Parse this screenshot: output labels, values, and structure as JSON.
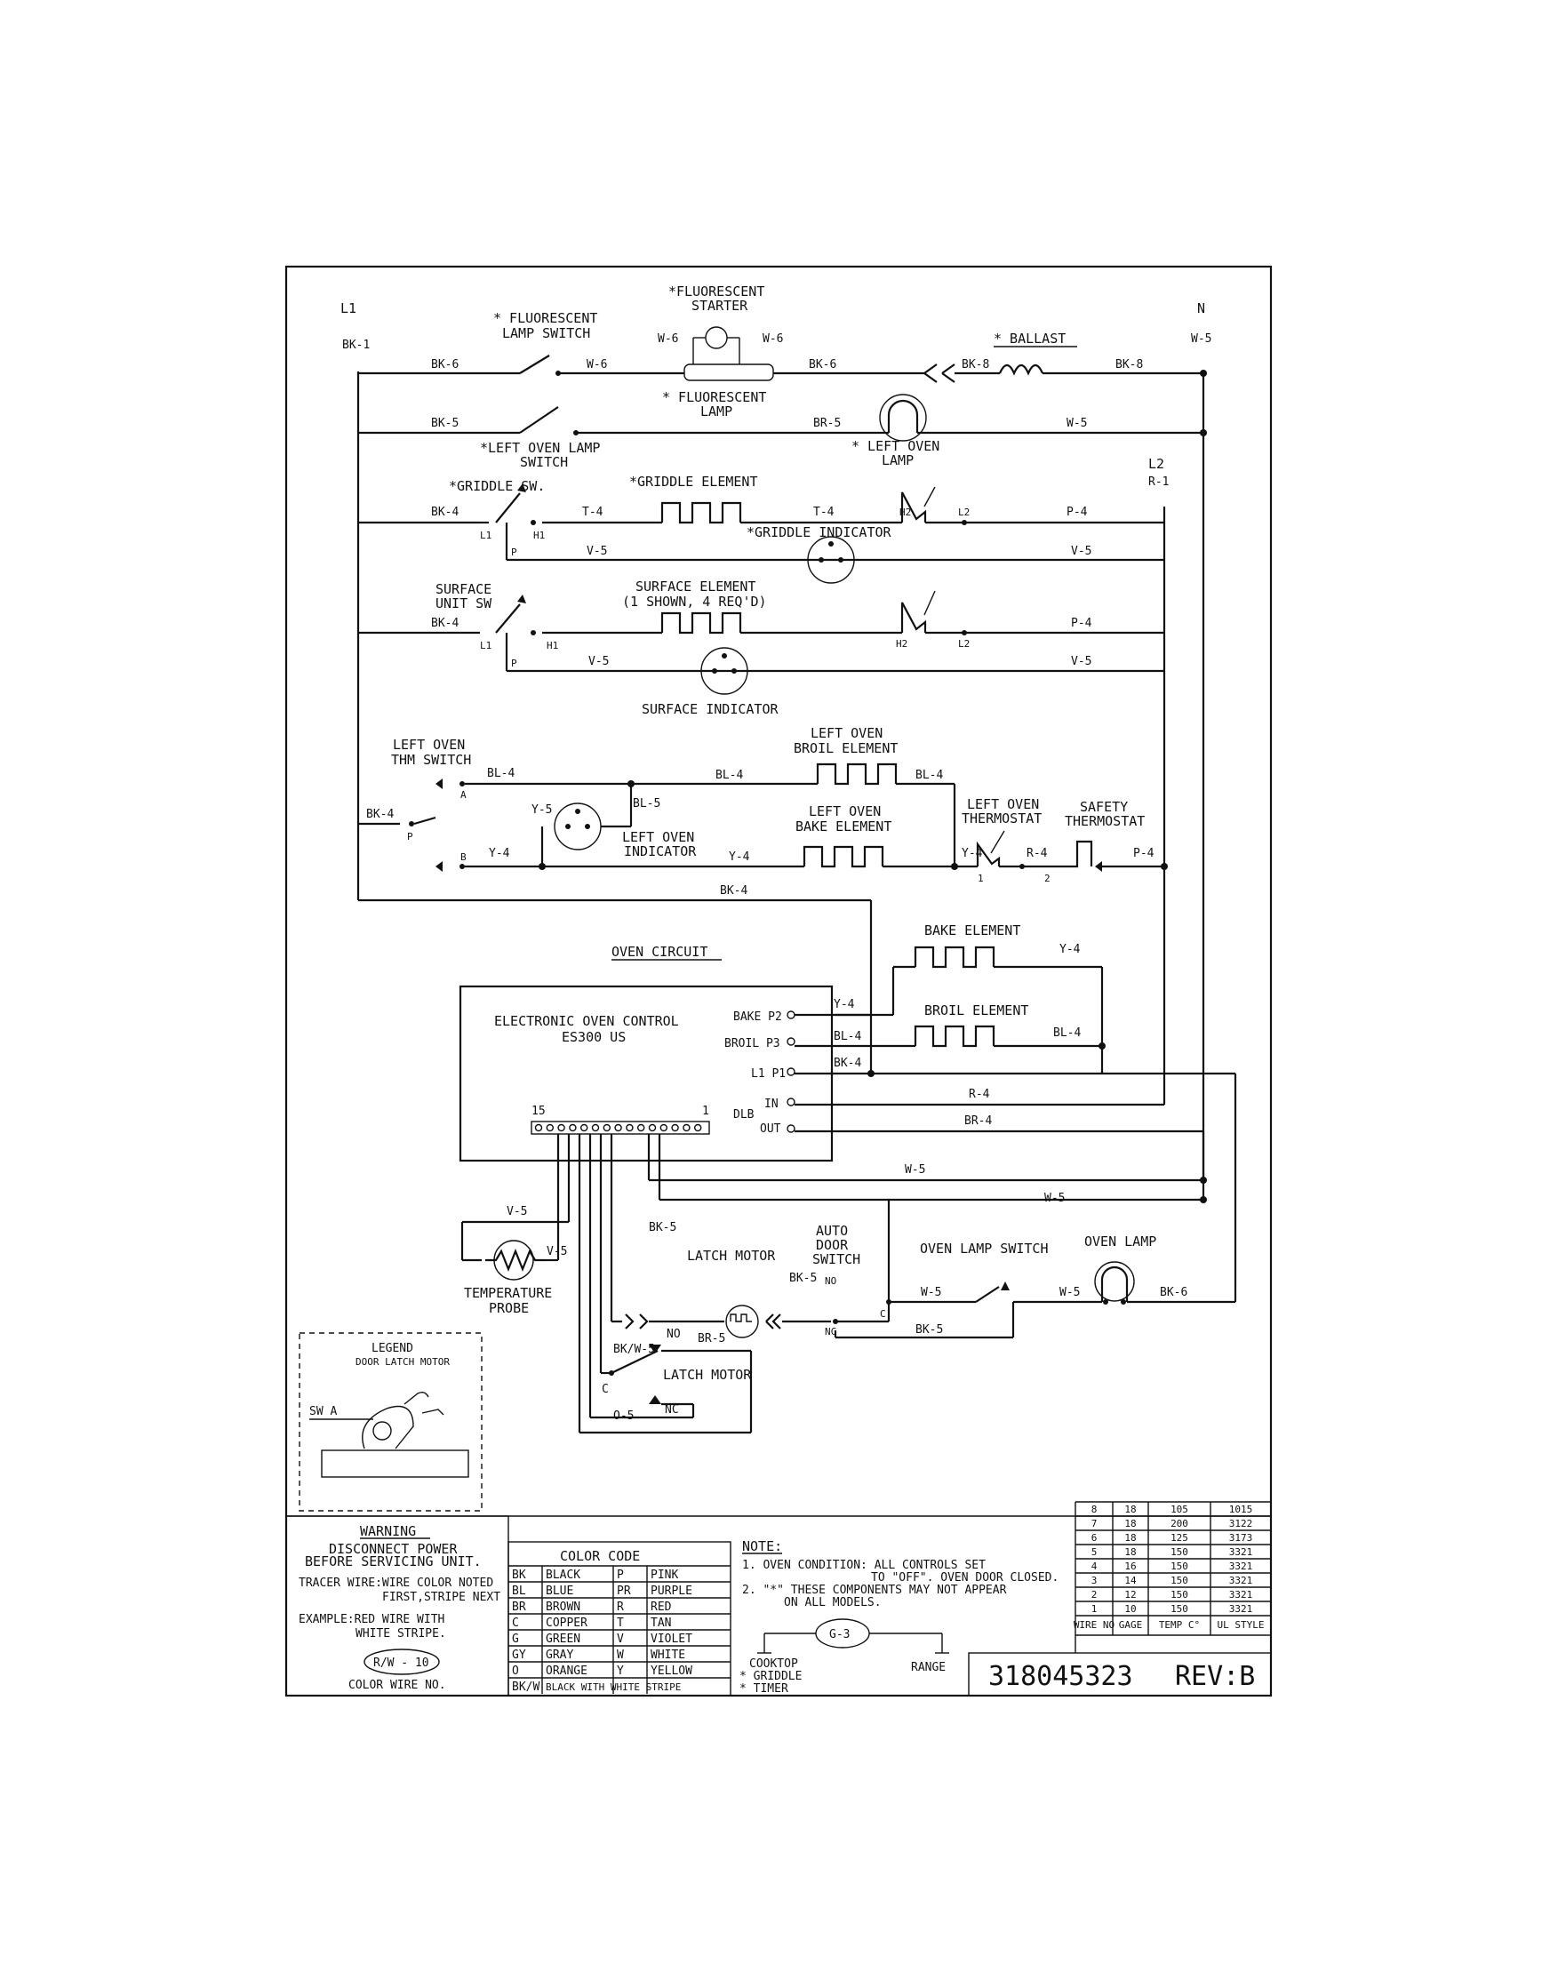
{
  "labels": {
    "l1": "L1",
    "n": "N",
    "l2": "L2",
    "r1": "R-1",
    "bk1": "BK-1",
    "w5_top": "W-5",
    "fl_lamp_switch_1": "* FLUORESCENT",
    "fl_lamp_switch_2": "LAMP SWITCH",
    "fl_starter_1": "*FLUORESCENT",
    "fl_starter_2": "STARTER",
    "fl_lamp_1": "* FLUORESCENT",
    "fl_lamp_2": "LAMP",
    "ballast": "* BALLAST",
    "left_oven_lamp_switch_1": "*LEFT OVEN LAMP",
    "left_oven_lamp_switch_2": "SWITCH",
    "left_oven_lamp_1": "* LEFT OVEN",
    "left_oven_lamp_2": "LAMP",
    "griddle_sw": "*GRIDDLE SW.",
    "griddle_element": "*GRIDDLE ELEMENT",
    "griddle_indicator": "*GRIDDLE INDICATOR",
    "surface_unit_sw_1": "SURFACE",
    "surface_unit_sw_2": "UNIT SW",
    "surface_element_1": "SURFACE ELEMENT",
    "surface_element_2": "(1 SHOWN, 4 REQ'D)",
    "surface_indicator": "SURFACE INDICATOR",
    "left_oven_thm_1": "LEFT OVEN",
    "left_oven_thm_2": "THM SWITCH",
    "left_oven_broil_1": "LEFT OVEN",
    "left_oven_broil_2": "BROIL ELEMENT",
    "left_oven_bake_1": "LEFT OVEN",
    "left_oven_bake_2": "BAKE ELEMENT",
    "left_oven_indicator_1": "LEFT OVEN",
    "left_oven_indicator_2": "INDICATOR",
    "left_oven_thermostat_1": "LEFT OVEN",
    "left_oven_thermostat_2": "THERMOSTAT",
    "safety_thermostat_1": "SAFETY",
    "safety_thermostat_2": "THERMOSTAT",
    "oven_circuit": "OVEN CIRCUIT",
    "bake_element": "BAKE ELEMENT",
    "broil_element": "BROIL ELEMENT",
    "eoc_1": "ELECTRONIC OVEN CONTROL",
    "eoc_2": "ES300 US",
    "bake_p2": "BAKE P2",
    "broil_p3": "BROIL P3",
    "l1_p1": "L1 P1",
    "in": "IN",
    "dlb": "DLB",
    "out": "OUT",
    "pin15": "15",
    "pin1": "1",
    "temp_probe_1": "TEMPERATURE",
    "temp_probe_2": "PROBE",
    "latch_motor": "LATCH MOTOR",
    "latch_motor_sw": "LATCH MOTOR",
    "auto_door_1": "AUTO",
    "auto_door_2": "DOOR",
    "auto_door_3": "SWITCH",
    "oven_lamp_switch": "OVEN LAMP SWITCH",
    "oven_lamp": "OVEN LAMP",
    "no": "NO",
    "nc": "NC",
    "c": "C"
  },
  "wires": {
    "bk6": "BK-6",
    "w6": "W-6",
    "bk8": "BK-8",
    "bk5": "BK-5",
    "br5": "BR-5",
    "w5": "W-5",
    "bk4": "BK-4",
    "t4": "T-4",
    "p4": "P-4",
    "v5": "V-5",
    "bl4": "BL-4",
    "bl5": "BL-5",
    "y5": "Y-5",
    "y4": "Y-4",
    "r4": "R-4",
    "br4": "BR-4",
    "bkw5": "BK/W-5",
    "o5": "O-5",
    "l1": "L1",
    "h1": "H1",
    "h2": "H2",
    "l2": "L2",
    "p": "P",
    "a": "A",
    "b": "B",
    "t1": "1",
    "t2": "2"
  },
  "legend": {
    "title": "LEGEND",
    "subtitle": "DOOR LATCH MOTOR",
    "swa": "SW A"
  },
  "warning": {
    "title": "WARNING",
    "line1": "DISCONNECT POWER",
    "line2": "BEFORE SERVICING UNIT.",
    "tracer_1": "TRACER WIRE:WIRE COLOR NOTED",
    "tracer_2": "FIRST,STRIPE NEXT",
    "example_1": "EXAMPLE:RED WIRE WITH",
    "example_2": "WHITE STRIPE.",
    "rw": "R/W - 10",
    "color_wire_no": "COLOR WIRE NO."
  },
  "color_code": {
    "title": "COLOR CODE",
    "rows": [
      [
        "BK",
        "BLACK",
        "P",
        "PINK"
      ],
      [
        "BL",
        "BLUE",
        "PR",
        "PURPLE"
      ],
      [
        "BR",
        "BROWN",
        "R",
        "RED"
      ],
      [
        "C",
        "COPPER",
        "T",
        "TAN"
      ],
      [
        "G",
        "GREEN",
        "V",
        "VIOLET"
      ],
      [
        "GY",
        "GRAY",
        "W",
        "WHITE"
      ],
      [
        "O",
        "ORANGE",
        "Y",
        "YELLOW"
      ],
      [
        "BK/W",
        "BLACK WITH WHITE STRIPE",
        "",
        ""
      ]
    ]
  },
  "note": {
    "title": "NOTE:",
    "l1": "1. OVEN CONDITION: ALL CONTROLS SET",
    "l2": "TO \"OFF\". OVEN DOOR CLOSED.",
    "l3": "2. \"*\" THESE COMPONENTS MAY NOT APPEAR",
    "l4": "ON ALL MODELS.",
    "g3": "G-3",
    "cooktop": "COOKTOP",
    "griddle": "* GRIDDLE",
    "timer": "* TIMER",
    "range": "RANGE"
  },
  "wire_table": {
    "headers": [
      "WIRE NO",
      "GAGE",
      "TEMP C°",
      "UL STYLE"
    ],
    "rows": [
      [
        "8",
        "18",
        "105",
        "1015"
      ],
      [
        "7",
        "18",
        "200",
        "3122"
      ],
      [
        "6",
        "18",
        "125",
        "3173"
      ],
      [
        "5",
        "18",
        "150",
        "3321"
      ],
      [
        "4",
        "16",
        "150",
        "3321"
      ],
      [
        "3",
        "14",
        "150",
        "3321"
      ],
      [
        "2",
        "12",
        "150",
        "3321"
      ],
      [
        "1",
        "10",
        "150",
        "3321"
      ]
    ]
  },
  "part_number": "318045323",
  "revision": "REV:B"
}
